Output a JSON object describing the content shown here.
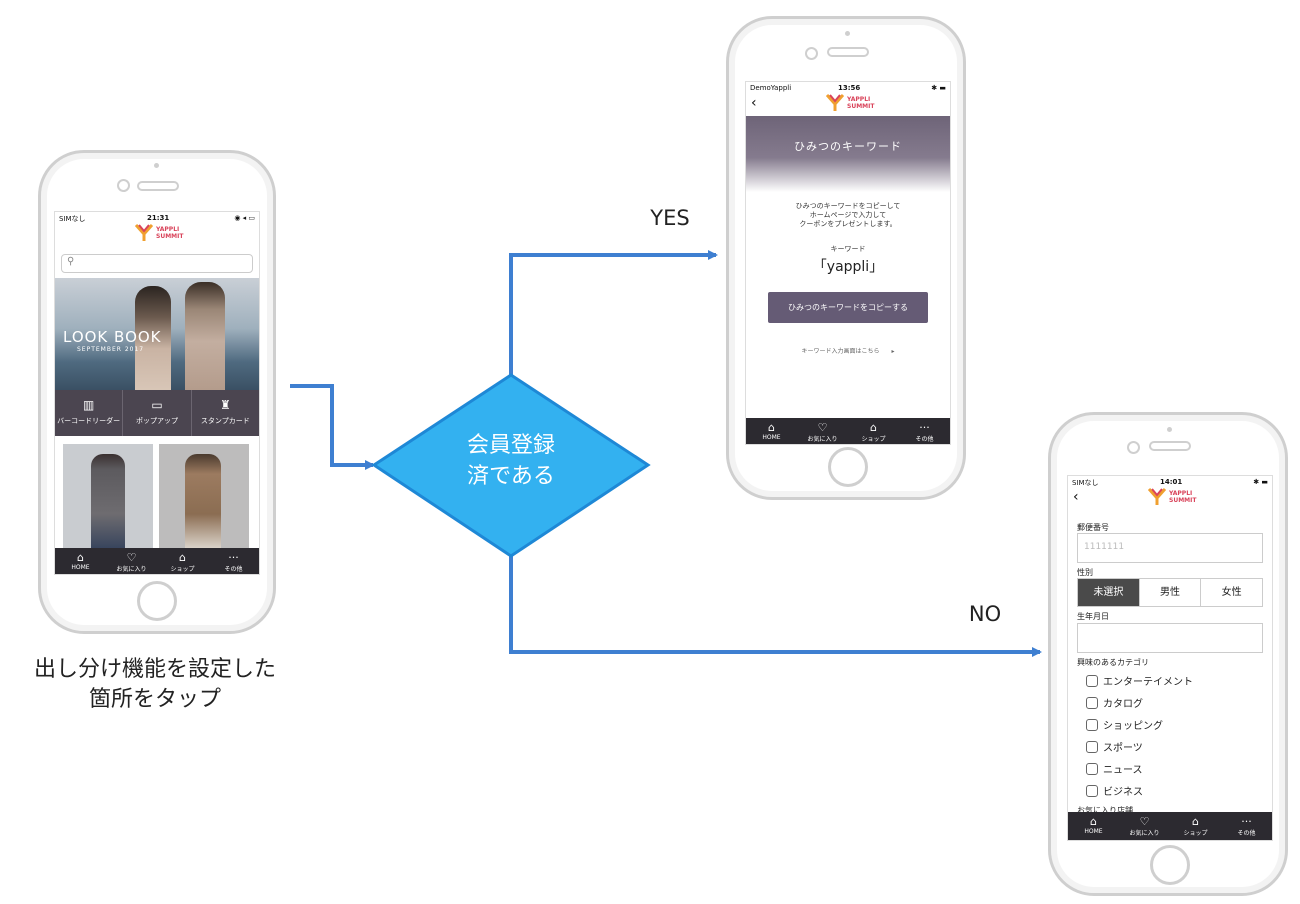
{
  "flow": {
    "start_caption_line1": "出し分け機能を設定した",
    "start_caption_line2": "箇所をタップ",
    "decision_line1": "会員登録",
    "decision_line2": "済である",
    "yes_label": "YES",
    "no_label": "NO",
    "colors": {
      "arrow": "#3e7fd1",
      "decision_fill": "#33b1f0",
      "decision_stroke": "#1e88d6"
    }
  },
  "phone_home": {
    "carrier": "SIMなし",
    "time": "21:31",
    "logo_line1": "YAPPLI",
    "logo_line2": "SUMMIT",
    "search_icon": "search-icon",
    "hero_title": "LOOK BOOK",
    "hero_subtitle": "SEPTEMBER 2017",
    "icon_buttons": [
      {
        "label": "バーコードリーダー",
        "icon": "barcode-icon"
      },
      {
        "label": "ポップアップ",
        "icon": "popup-icon"
      },
      {
        "label": "スタンプカード",
        "icon": "stamp-icon"
      }
    ],
    "tabs": [
      "HOME",
      "お気に入り",
      "ショップ",
      "その他"
    ]
  },
  "phone_yes": {
    "carrier": "DemoYappli",
    "time": "13:56",
    "logo_line1": "YAPPLI",
    "logo_line2": "SUMMIT",
    "header_title": "ひみつのキーワード",
    "desc_line1": "ひみつのキーワードをコピーして",
    "desc_line2": "ホームページで入力して",
    "desc_line3": "クーポンをプレゼントします。",
    "keyword_label": "キーワード",
    "keyword_value": "「yappli」",
    "copy_button": "ひみつのキーワードをコピーする",
    "link_text": "キーワード入力画面はこちら",
    "link_arrow": "▸",
    "tabs": [
      "HOME",
      "お気に入り",
      "ショップ",
      "その他"
    ]
  },
  "phone_no": {
    "carrier": "SIMなし",
    "time": "14:01",
    "logo_line1": "YAPPLI",
    "logo_line2": "SUMMIT",
    "postal_label": "郵便番号",
    "postal_placeholder": "1111111",
    "gender_label": "性別",
    "gender_options": [
      "未選択",
      "男性",
      "女性"
    ],
    "gender_selected": "未選択",
    "birthday_label": "生年月日",
    "category_label": "興味のあるカテゴリ",
    "categories": [
      "エンターテイメント",
      "カタログ",
      "ショッピング",
      "スポーツ",
      "ニュース",
      "ビジネス"
    ],
    "cut_label": "お気に入り店舗",
    "tabs": [
      "HOME",
      "お気に入り",
      "ショップ",
      "その他"
    ]
  }
}
